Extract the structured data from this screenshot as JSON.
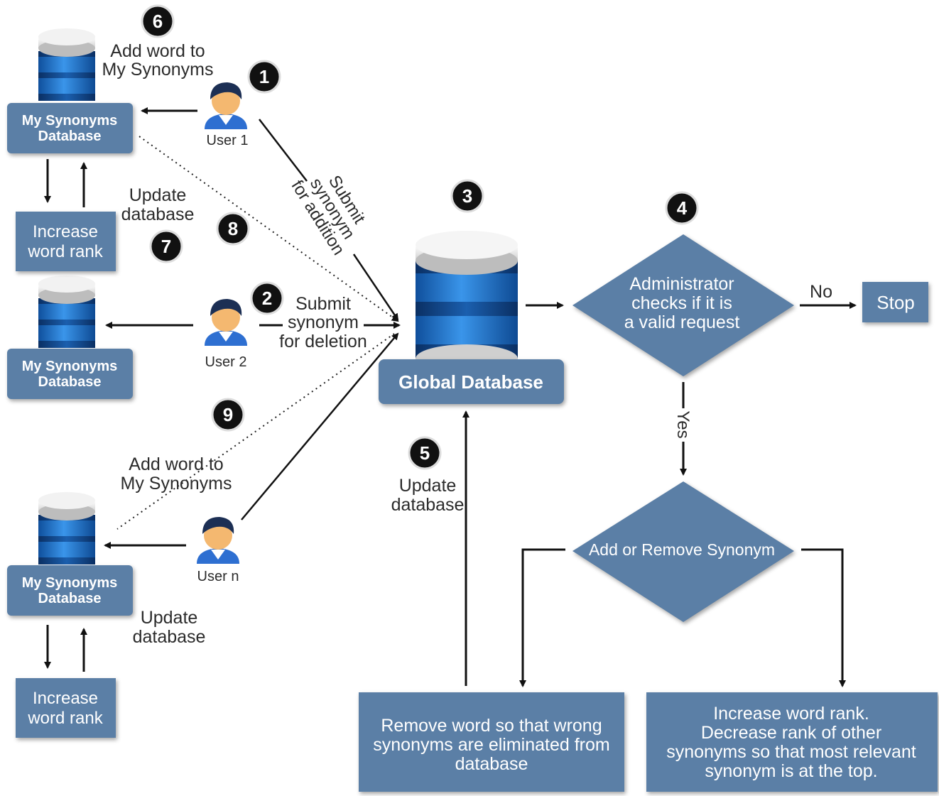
{
  "colors": {
    "box": "#5b7fa6",
    "box_text": "#ffffff",
    "label_text": "#2b2b2b",
    "step_badge": "#111111",
    "cylinder_top": "#e6e6e6",
    "cylinder_band": "#1f6fc4",
    "user_hair": "#1c2f54",
    "user_face": "#f4b870",
    "user_shirt": "#2e6fd1"
  },
  "icons": [
    "database-icon",
    "user-icon"
  ],
  "steps": {
    "s1": "1",
    "s2": "2",
    "s3": "3",
    "s4": "4",
    "s5": "5",
    "s6": "6",
    "s7": "7",
    "s8": "8",
    "s9": "9"
  },
  "my_db": {
    "a": [
      "My Synonyms",
      "Database"
    ],
    "b": [
      "My Synonyms",
      "Database"
    ],
    "c": [
      "My Synonyms",
      "Database"
    ]
  },
  "users": {
    "u1": "User 1",
    "u2": "User 2",
    "un": "User n"
  },
  "rank_boxes": {
    "a": [
      "Increase",
      "word rank"
    ],
    "b": [
      "Increase",
      "word rank"
    ]
  },
  "labels": {
    "add_word_top": [
      "Add word to",
      "My Synonyms"
    ],
    "update_db_left_top": [
      "Update",
      "database"
    ],
    "submit_addition": [
      "Submit",
      "synonym",
      "for addition"
    ],
    "submit_deletion": [
      "Submit",
      "synonym",
      "for deletion"
    ],
    "add_word_bottom": [
      "Add word to",
      "My Synonyms"
    ],
    "update_db_left_bottom": [
      "Update",
      "database"
    ],
    "update_db_center": [
      "Update",
      "database"
    ],
    "no": "No",
    "yes": "Yes"
  },
  "global_db": "Global Database",
  "admin_check": [
    "Administrator",
    "checks if it is",
    "a valid request"
  ],
  "stop": "Stop",
  "add_or_remove": "Add or Remove Synonym",
  "remove_box": [
    "Remove word so that wrong",
    "synonyms are eliminated from",
    "database"
  ],
  "increase_box": [
    "Increase word rank.",
    "Decrease rank of other",
    "synonyms so that most relevant",
    "synonym is at the top."
  ]
}
